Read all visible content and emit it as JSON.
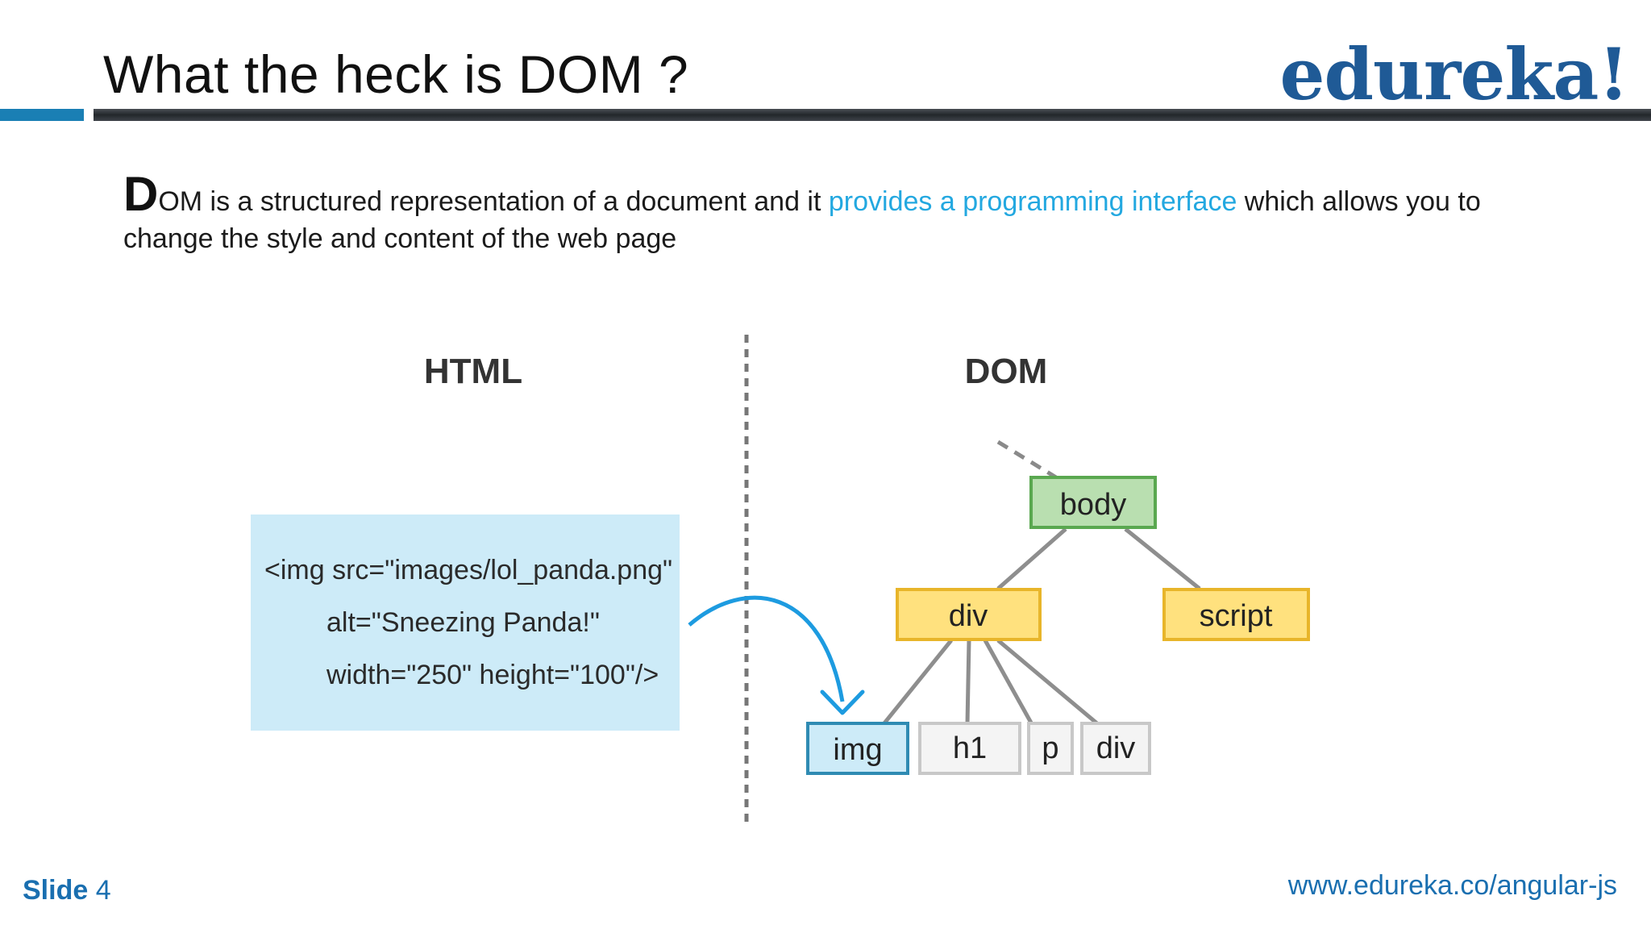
{
  "slide": {
    "title": "What the heck is DOM ?",
    "logo": "edureka!",
    "intro": {
      "dropcap": "D",
      "text_before": "OM is a structured representation of a document and it ",
      "highlight": "provides a programming interface",
      "text_after": " which allows you to change the style and content of the web page"
    },
    "colors": {
      "brand_blue": "#1f5a96",
      "accent_blue": "#23a8e0",
      "rule_accent": "#1a7fb4",
      "footer_blue": "#1a6fb0"
    },
    "footer": {
      "slide_label": "Slide",
      "slide_number": "4",
      "url": "www.edureka.co/angular-js"
    }
  },
  "diagram": {
    "html_heading": "HTML",
    "dom_heading": "DOM",
    "code_lines": [
      "<img src=\"images/lol_panda.png\"",
      "alt=\"Sneezing Panda!\"",
      "width=\"250\" height=\"100\"/>"
    ],
    "nodes": {
      "body": "body",
      "div": "div",
      "script": "script",
      "img": "img",
      "h1": "h1",
      "p": "p",
      "div2": "div"
    },
    "node_colors": {
      "body_fill": "#b9dfb0",
      "body_stroke": "#5aa850",
      "yellow_fill": "#ffe17e",
      "yellow_stroke": "#e8b52a",
      "img_fill": "#cdebf8",
      "img_stroke": "#2f8bb3",
      "leaf_fill": "#f4f4f4",
      "leaf_stroke": "#c8c8c8",
      "code_bg": "#cdebf8",
      "arrow": "#1d9be0"
    }
  }
}
